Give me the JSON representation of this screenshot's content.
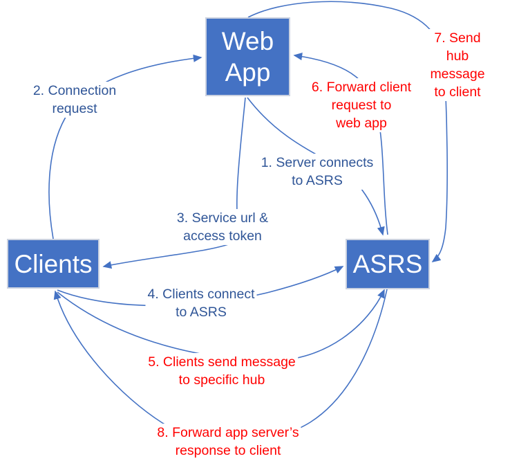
{
  "diagram": {
    "nodes": {
      "web_app": {
        "label": "Web\nApp"
      },
      "clients": {
        "label": "Clients"
      },
      "asrs": {
        "label": "ASRS"
      }
    },
    "steps": {
      "s1": {
        "text": "1. Server connects\nto ASRS",
        "color": "blue",
        "from": "web_app",
        "to": "asrs"
      },
      "s2": {
        "text": "2. Connection\nrequest",
        "color": "blue",
        "from": "clients",
        "to": "web_app"
      },
      "s3": {
        "text": "3. Service url &\naccess token",
        "color": "blue",
        "from": "web_app",
        "to": "clients"
      },
      "s4": {
        "text": "4. Clients connect\nto ASRS",
        "color": "blue",
        "from": "clients",
        "to": "asrs"
      },
      "s5": {
        "text": "5. Clients send message\nto specific hub",
        "color": "red",
        "from": "clients",
        "to": "asrs"
      },
      "s6": {
        "text": "6. Forward client\nrequest to\nweb app",
        "color": "red",
        "from": "asrs",
        "to": "web_app"
      },
      "s7": {
        "text": "7. Send hub\nmessage\nto client",
        "color": "red",
        "from": "web_app",
        "to": "asrs"
      },
      "s8": {
        "text": "8. Forward app server’s\nresponse to client",
        "color": "red",
        "from": "asrs",
        "to": "clients"
      }
    },
    "colors": {
      "node_fill": "#4472C4",
      "node_border": "#CBD2E0",
      "node_text": "#FFFFFF",
      "arrow": "#4472C4",
      "blue": "#2F5597",
      "red": "#FF0000"
    }
  }
}
